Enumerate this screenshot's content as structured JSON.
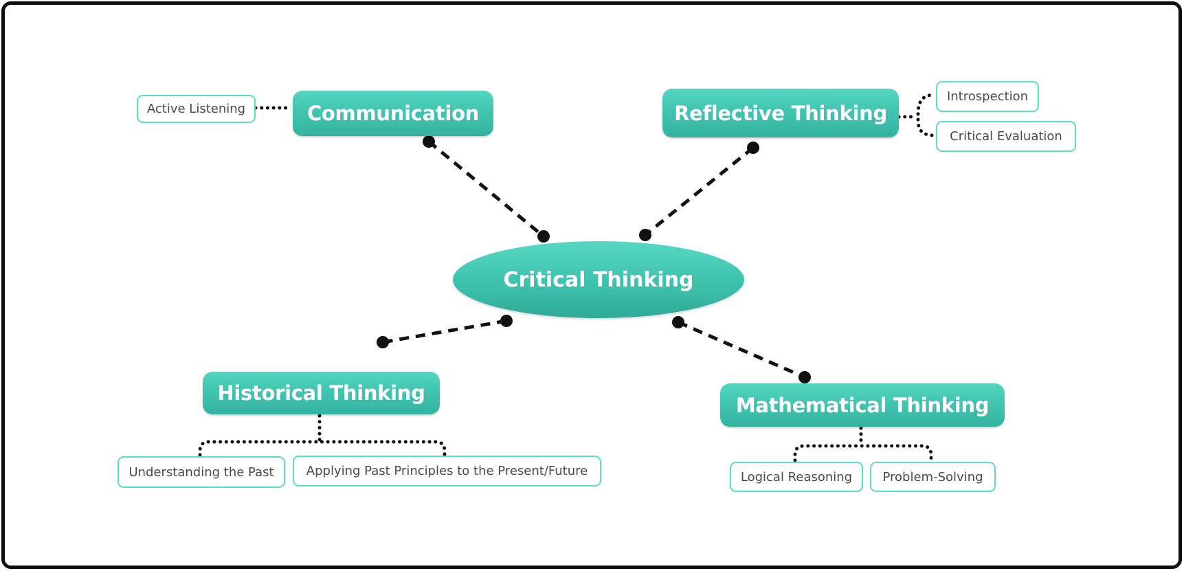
{
  "diagram": {
    "type": "mindmap",
    "root": {
      "label": "Critical Thinking"
    },
    "branches": [
      {
        "label": "Communication",
        "children": [
          {
            "label": "Active Listening"
          }
        ]
      },
      {
        "label": "Reflective Thinking",
        "children": [
          {
            "label": "Introspection"
          },
          {
            "label": "Critical Evaluation"
          }
        ]
      },
      {
        "label": "Historical Thinking",
        "children": [
          {
            "label": "Understanding the Past"
          },
          {
            "label": "Applying Past Principles to the Present/Future"
          }
        ]
      },
      {
        "label": "Mathematical Thinking",
        "children": [
          {
            "label": "Logical Reasoning"
          },
          {
            "label": "Problem-Solving"
          }
        ]
      }
    ],
    "colors": {
      "node_gradient_top": "#53D5C1",
      "node_gradient_bottom": "#35B2A0",
      "leaf_border": "#57DFC8",
      "leaf_text": "#4A4A4A",
      "node_text": "#FFFFFF",
      "connector": "#111111",
      "frame_border": "#0E0E0E",
      "background": "#FFFFFF"
    }
  }
}
